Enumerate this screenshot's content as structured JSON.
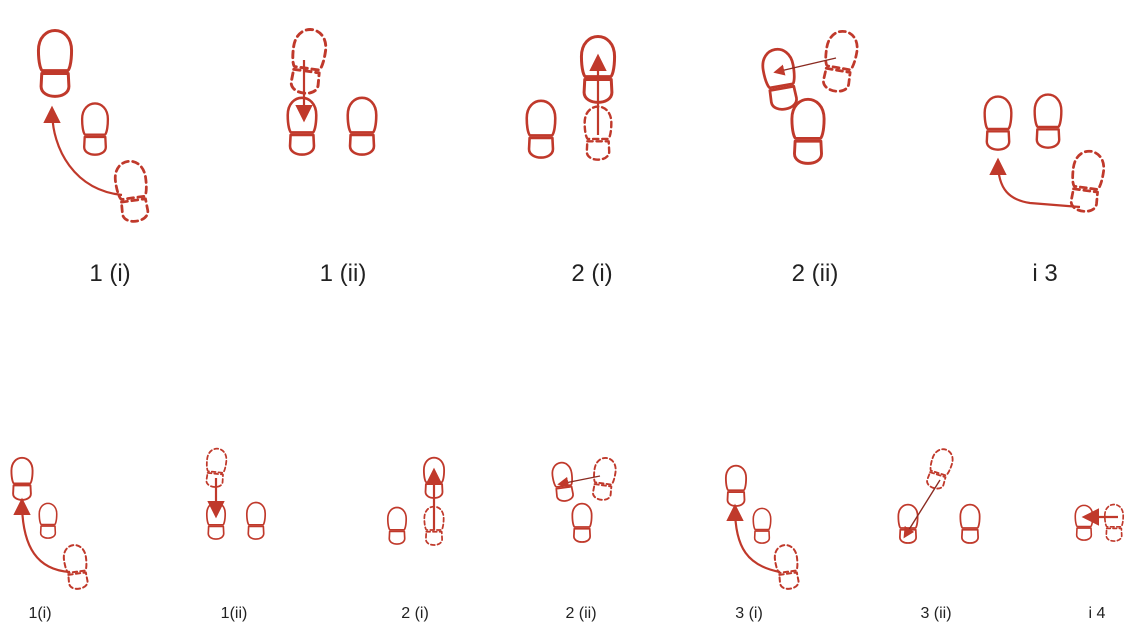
{
  "colors": {
    "foot": "#c0392b",
    "label": "#222222",
    "background": "#ffffff"
  },
  "row1": {
    "labels": [
      "1 (i)",
      "1 (ii)",
      "2 (i)",
      "2 (ii)",
      "i 3"
    ]
  },
  "row2": {
    "labels": [
      "1(i)",
      "1(ii)",
      "2 (i)",
      "2 (ii)",
      "3 (i)",
      "3 (ii)",
      "i 4"
    ]
  }
}
